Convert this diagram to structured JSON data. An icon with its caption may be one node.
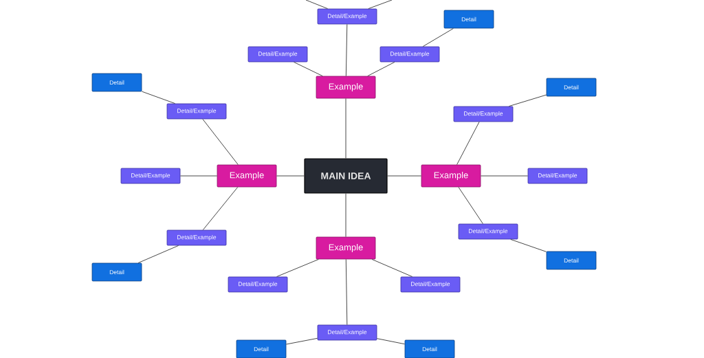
{
  "diagram": {
    "nodes": [
      {
        "text": [
          "MAIN IDEA"
        ]
      },
      {
        "text": [
          "Example"
        ]
      },
      {
        "text": [
          "Detail/Example"
        ]
      },
      {
        "text": [
          "Detail/Example"
        ]
      },
      {
        "text": [
          "Detail/Example"
        ]
      },
      {
        "text": [
          "Detail"
        ]
      },
      {
        "text": [
          "Example"
        ]
      },
      {
        "text": [
          "Detail/Example"
        ]
      },
      {
        "text": [
          "Detail"
        ]
      },
      {
        "text": [
          "Detail/Example"
        ]
      },
      {
        "text": [
          "Detail/Example"
        ]
      },
      {
        "text": [
          "Detail"
        ]
      },
      {
        "text": [
          "Example"
        ]
      },
      {
        "text": [
          "Detail/Example"
        ]
      },
      {
        "text": [
          "Detail"
        ]
      },
      {
        "text": [
          "Detail/Example"
        ]
      },
      {
        "text": [
          "Detail/Example"
        ]
      },
      {
        "text": [
          "Detail"
        ]
      },
      {
        "text": [
          "Example"
        ]
      },
      {
        "text": [
          "Detail/Example"
        ]
      },
      {
        "text": [
          "Detail/Example"
        ]
      },
      {
        "text": [
          "Detail/Example"
        ]
      },
      {
        "text": [
          "Detail"
        ]
      },
      {
        "text": [
          "Detail"
        ]
      }
    ],
    "edges": [
      {
        "from": 0,
        "to": 1,
        "arrow": "none"
      },
      {
        "from": 1,
        "to": 2,
        "arrow": "none"
      },
      {
        "from": 1,
        "to": 3,
        "arrow": "none"
      },
      {
        "from": 1,
        "to": 4,
        "arrow": "none"
      },
      {
        "from": 4,
        "to": 5,
        "arrow": "none"
      },
      {
        "from": 2,
        "to": null,
        "arrow": "none"
      },
      {
        "from": 2,
        "to": null,
        "arrow": "none"
      },
      {
        "from": 0,
        "to": 6,
        "arrow": "none"
      },
      {
        "from": 6,
        "to": 7,
        "arrow": "none"
      },
      {
        "from": 7,
        "to": 8,
        "arrow": "none"
      },
      {
        "from": 6,
        "to": 9,
        "arrow": "none"
      },
      {
        "from": 6,
        "to": 10,
        "arrow": "none"
      },
      {
        "from": 10,
        "to": 11,
        "arrow": "none"
      },
      {
        "from": 0,
        "to": 12,
        "arrow": "none"
      },
      {
        "from": 12,
        "to": 13,
        "arrow": "none"
      },
      {
        "from": 13,
        "to": 14,
        "arrow": "none"
      },
      {
        "from": 12,
        "to": 15,
        "arrow": "none"
      },
      {
        "from": 12,
        "to": 16,
        "arrow": "none"
      },
      {
        "from": 16,
        "to": 17,
        "arrow": "none"
      },
      {
        "from": 0,
        "to": 18,
        "arrow": "none"
      },
      {
        "from": 18,
        "to": 19,
        "arrow": "none"
      },
      {
        "from": 18,
        "to": 20,
        "arrow": "none"
      },
      {
        "from": 18,
        "to": 21,
        "arrow": "none"
      },
      {
        "from": 21,
        "to": 22,
        "arrow": "none"
      },
      {
        "from": 21,
        "to": 23,
        "arrow": "none"
      }
    ]
  }
}
